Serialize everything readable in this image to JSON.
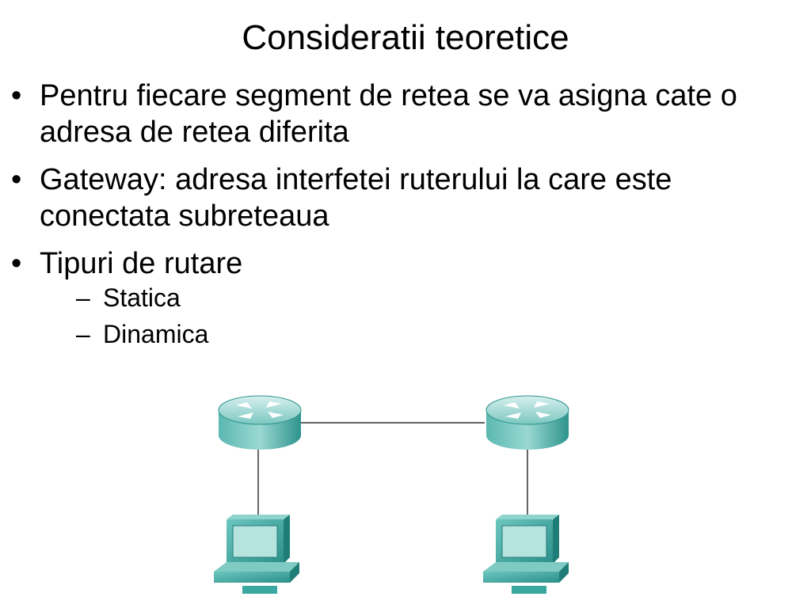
{
  "slide": {
    "title": "Consideratii teoretice",
    "bullets": [
      {
        "text": "Pentru fiecare segment de retea se va asigna cate o adresa de retea diferita"
      },
      {
        "text": "Gateway: adresa interfetei ruterului la care este conectata subreteaua"
      },
      {
        "text": "Tipuri de rutare",
        "children": [
          "Statica",
          "Dinamica"
        ]
      }
    ]
  },
  "diagram": {
    "icons": [
      "router-icon",
      "router-icon",
      "pc-icon",
      "pc-icon"
    ],
    "colors": {
      "teal": "#3aa7a0",
      "teal_dark": "#1f7d78",
      "teal_light": "#a9dcd7",
      "line": "#000000"
    }
  }
}
